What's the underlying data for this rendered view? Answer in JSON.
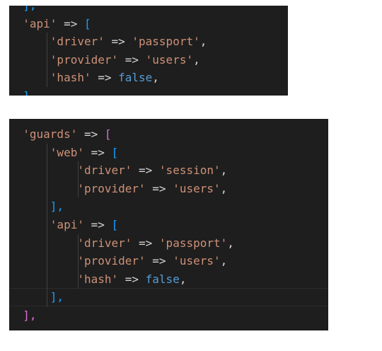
{
  "snippets": [
    {
      "lines": [
        {
          "indent": "  ",
          "tokens": [
            {
              "text": "],",
              "cls": "b2"
            }
          ]
        },
        {
          "indent": "  ",
          "tokens": [
            {
              "text": "'api'",
              "cls": "str"
            },
            {
              "text": " => ",
              "cls": "op"
            },
            {
              "text": "[",
              "cls": "b2"
            }
          ]
        },
        {
          "indent": "      ",
          "tokens": [
            {
              "text": "'driver'",
              "cls": "str"
            },
            {
              "text": " => ",
              "cls": "op"
            },
            {
              "text": "'passport'",
              "cls": "str"
            },
            {
              "text": ",",
              "cls": "op"
            }
          ]
        },
        {
          "indent": "      ",
          "tokens": [
            {
              "text": "'provider'",
              "cls": "str"
            },
            {
              "text": " => ",
              "cls": "op"
            },
            {
              "text": "'users'",
              "cls": "str"
            },
            {
              "text": ",",
              "cls": "op"
            }
          ]
        },
        {
          "indent": "      ",
          "tokens": [
            {
              "text": "'hash'",
              "cls": "str"
            },
            {
              "text": " => ",
              "cls": "op"
            },
            {
              "text": "false",
              "cls": "kw"
            },
            {
              "text": ",",
              "cls": "op"
            }
          ]
        },
        {
          "indent": "  ",
          "tokens": [
            {
              "text": "],",
              "cls": "b2"
            }
          ]
        }
      ]
    },
    {
      "lines": [
        {
          "indent": "  ",
          "tokens": [
            {
              "text": "'guards'",
              "cls": "str"
            },
            {
              "text": " => ",
              "cls": "op"
            },
            {
              "text": "[",
              "cls": "b1"
            }
          ]
        },
        {
          "indent": "      ",
          "tokens": [
            {
              "text": "'web'",
              "cls": "str"
            },
            {
              "text": " => ",
              "cls": "op"
            },
            {
              "text": "[",
              "cls": "b2"
            }
          ]
        },
        {
          "indent": "          ",
          "tokens": [
            {
              "text": "'driver'",
              "cls": "str"
            },
            {
              "text": " => ",
              "cls": "op"
            },
            {
              "text": "'session'",
              "cls": "str"
            },
            {
              "text": ",",
              "cls": "op"
            }
          ]
        },
        {
          "indent": "          ",
          "tokens": [
            {
              "text": "'provider'",
              "cls": "str"
            },
            {
              "text": " => ",
              "cls": "op"
            },
            {
              "text": "'users'",
              "cls": "str"
            },
            {
              "text": ",",
              "cls": "op"
            }
          ]
        },
        {
          "indent": "      ",
          "tokens": [
            {
              "text": "],",
              "cls": "b2"
            }
          ]
        },
        {
          "indent": "      ",
          "tokens": [
            {
              "text": "'api'",
              "cls": "str"
            },
            {
              "text": " => ",
              "cls": "op"
            },
            {
              "text": "[",
              "cls": "b2"
            }
          ]
        },
        {
          "indent": "          ",
          "tokens": [
            {
              "text": "'driver'",
              "cls": "str"
            },
            {
              "text": " => ",
              "cls": "op"
            },
            {
              "text": "'passport'",
              "cls": "str"
            },
            {
              "text": ",",
              "cls": "op"
            }
          ]
        },
        {
          "indent": "          ",
          "tokens": [
            {
              "text": "'provider'",
              "cls": "str"
            },
            {
              "text": " => ",
              "cls": "op"
            },
            {
              "text": "'users'",
              "cls": "str"
            },
            {
              "text": ",",
              "cls": "op"
            }
          ]
        },
        {
          "indent": "          ",
          "tokens": [
            {
              "text": "'hash'",
              "cls": "str"
            },
            {
              "text": " => ",
              "cls": "op"
            },
            {
              "text": "false",
              "cls": "kw"
            },
            {
              "text": ",",
              "cls": "op"
            }
          ]
        },
        {
          "indent": "      ",
          "tokens": [
            {
              "text": "],",
              "cls": "b2"
            }
          ],
          "active": true
        },
        {
          "indent": "  ",
          "tokens": [
            {
              "text": "],",
              "cls": "b1"
            }
          ]
        }
      ]
    }
  ],
  "theme": {
    "editor_background": "#1e1e1e",
    "string_color": "#ce9178",
    "keyword_color": "#569cd6",
    "bracket_level1_color": "#da70d6",
    "bracket_level2_color": "#179fff",
    "indent_guide_color": "#404040"
  }
}
